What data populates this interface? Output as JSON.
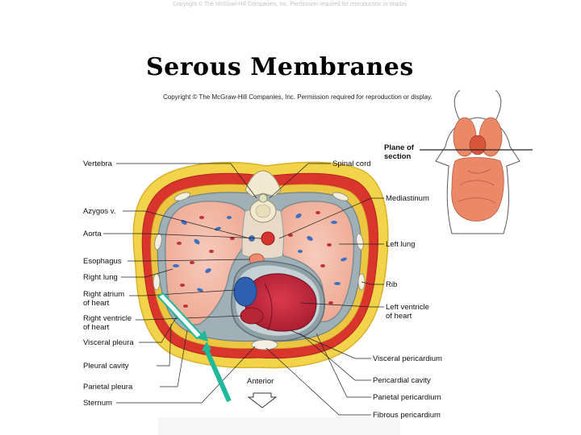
{
  "header": {
    "copyright_top": "Copyright © The McGraw-Hill Companies, Inc. Permission required for reproduction or display.",
    "title": "Serous Membranes",
    "copyright_figure": "Copyright © The McGraw-Hill Companies, Inc. Permission required for reproduction or display."
  },
  "labels_left": {
    "vertebra": "Vertebra",
    "azygos": "Azygos v.",
    "aorta": "Aorta",
    "esophagus": "Esophagus",
    "right_lung": "Right lung",
    "right_atrium_1": "Right atrium",
    "right_atrium_2": "of heart",
    "right_ventricle_1": "Right ventricle",
    "right_ventricle_2": "of heart",
    "visceral_pleura": "Visceral pleura",
    "pleural_cavity": "Pleural cavity",
    "parietal_pleura": "Parietal pleura",
    "sternum": "Sternum"
  },
  "labels_right": {
    "spinal_cord": "Spinal cord",
    "plane_1": "Plane of",
    "plane_2": "section",
    "mediastinum": "Mediastinum",
    "left_lung": "Left lung",
    "rib": "Rib",
    "left_ventricle_1": "Left ventricle",
    "left_ventricle_2": "of heart",
    "visceral_pericardium": "Visceral pericardium",
    "pericardial_cavity": "Pericardial cavity",
    "parietal_pericardium": "Parietal pericardium",
    "fibrous_pericardium": "Fibrous pericardium"
  },
  "labels_bottom": {
    "anterior": "Anterior"
  },
  "colors": {
    "fat_yellow": "#f2d34a",
    "muscle_red": "#d9352c",
    "lung_pink": "#f2b7a6",
    "pleura_gray": "#8fa0a6",
    "heart_red": "#c8283c",
    "atrium_blue": "#2f5fb0",
    "annotation_arrow": "#1fb89a"
  }
}
